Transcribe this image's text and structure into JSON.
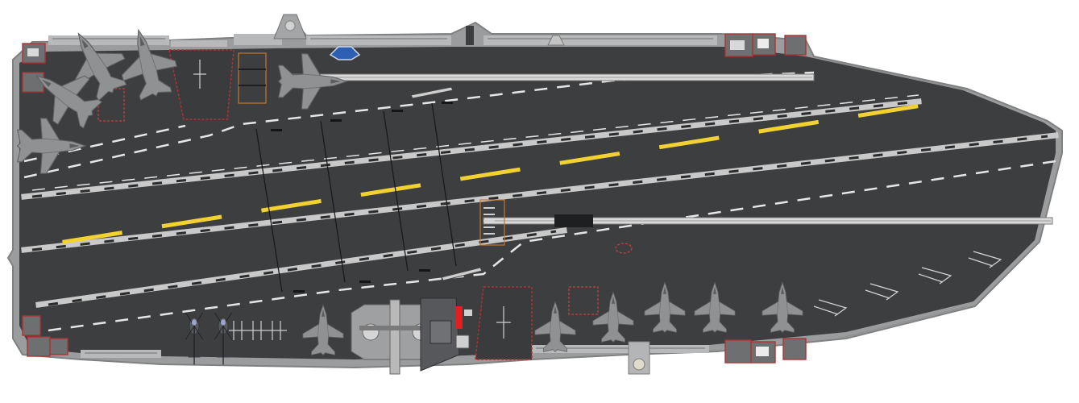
{
  "scene": {
    "colors": {
      "background": "#ffffff",
      "deck": "#3d3e40",
      "deck_edge": "#a9aaaa",
      "hull_outline": "#7f8080",
      "centerline": "#f2d231",
      "runway_light": "#c9c9c9",
      "dash": "#e6e6e6",
      "aircraft": "#8f9193",
      "aircraft_dark": "#6c6e70",
      "elevator_outline": "#b03232",
      "red_marker": "#e41e1e"
    },
    "icons": {
      "stealth_fighter": "fighter-jet-icon",
      "helicopter": "helicopter-icon",
      "tiltrotor": "tiltrotor-icon",
      "elevator": "deck-elevator-icon",
      "catapult": "catapult-icon",
      "radar": "radar-dome-icon",
      "life_raft": "life-raft-icon"
    },
    "counts": {
      "fighters_parked_aft": 6,
      "fighters_parked_starboard": 7,
      "helicopters": 2,
      "tiltrotors": 1
    }
  }
}
